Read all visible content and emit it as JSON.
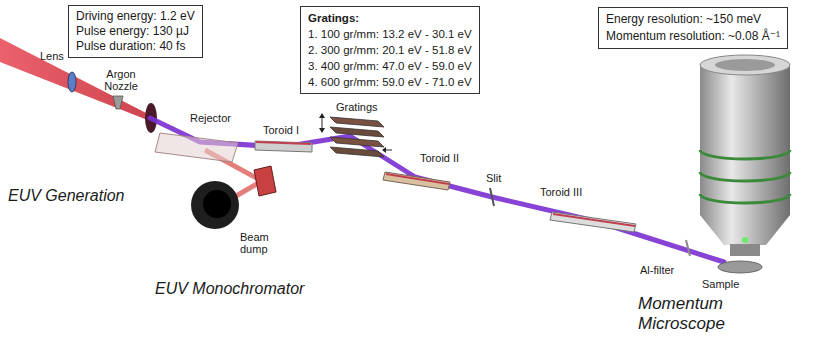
{
  "diagram": {
    "nodes": [
      {
        "text": [
          "Driving energy: 1.2 eV",
          "Pulse energy: 130 µJ",
          "Pulse duration: 40 fs"
        ]
      },
      {
        "text": [
          "Gratings:",
          "1. 100 gr/mm: 13.2 eV - 30.1 eV",
          "2. 300 gr/mm: 20.1 eV - 51.8 eV",
          "3. 400 gr/mm: 47.0 eV - 59.0 eV",
          "4. 600 gr/mm: 59.0 eV - 71.0 eV"
        ]
      },
      {
        "text": [
          "Energy resolution: ~150 meV",
          "Momentum resolution: ~0.08 Å⁻¹"
        ]
      },
      {
        "text": [
          "EUV Generation"
        ]
      },
      {
        "text": [
          "EUV Monochromator"
        ]
      },
      {
        "text": [
          "Momentum Microscope"
        ]
      }
    ],
    "labels": [
      "Lens",
      "Argon Nozzle",
      "Rejector",
      "Beam dump",
      "Toroid I",
      "Gratings",
      "Toroid II",
      "Slit",
      "Toroid III",
      "Al-filter",
      "Sample"
    ]
  }
}
